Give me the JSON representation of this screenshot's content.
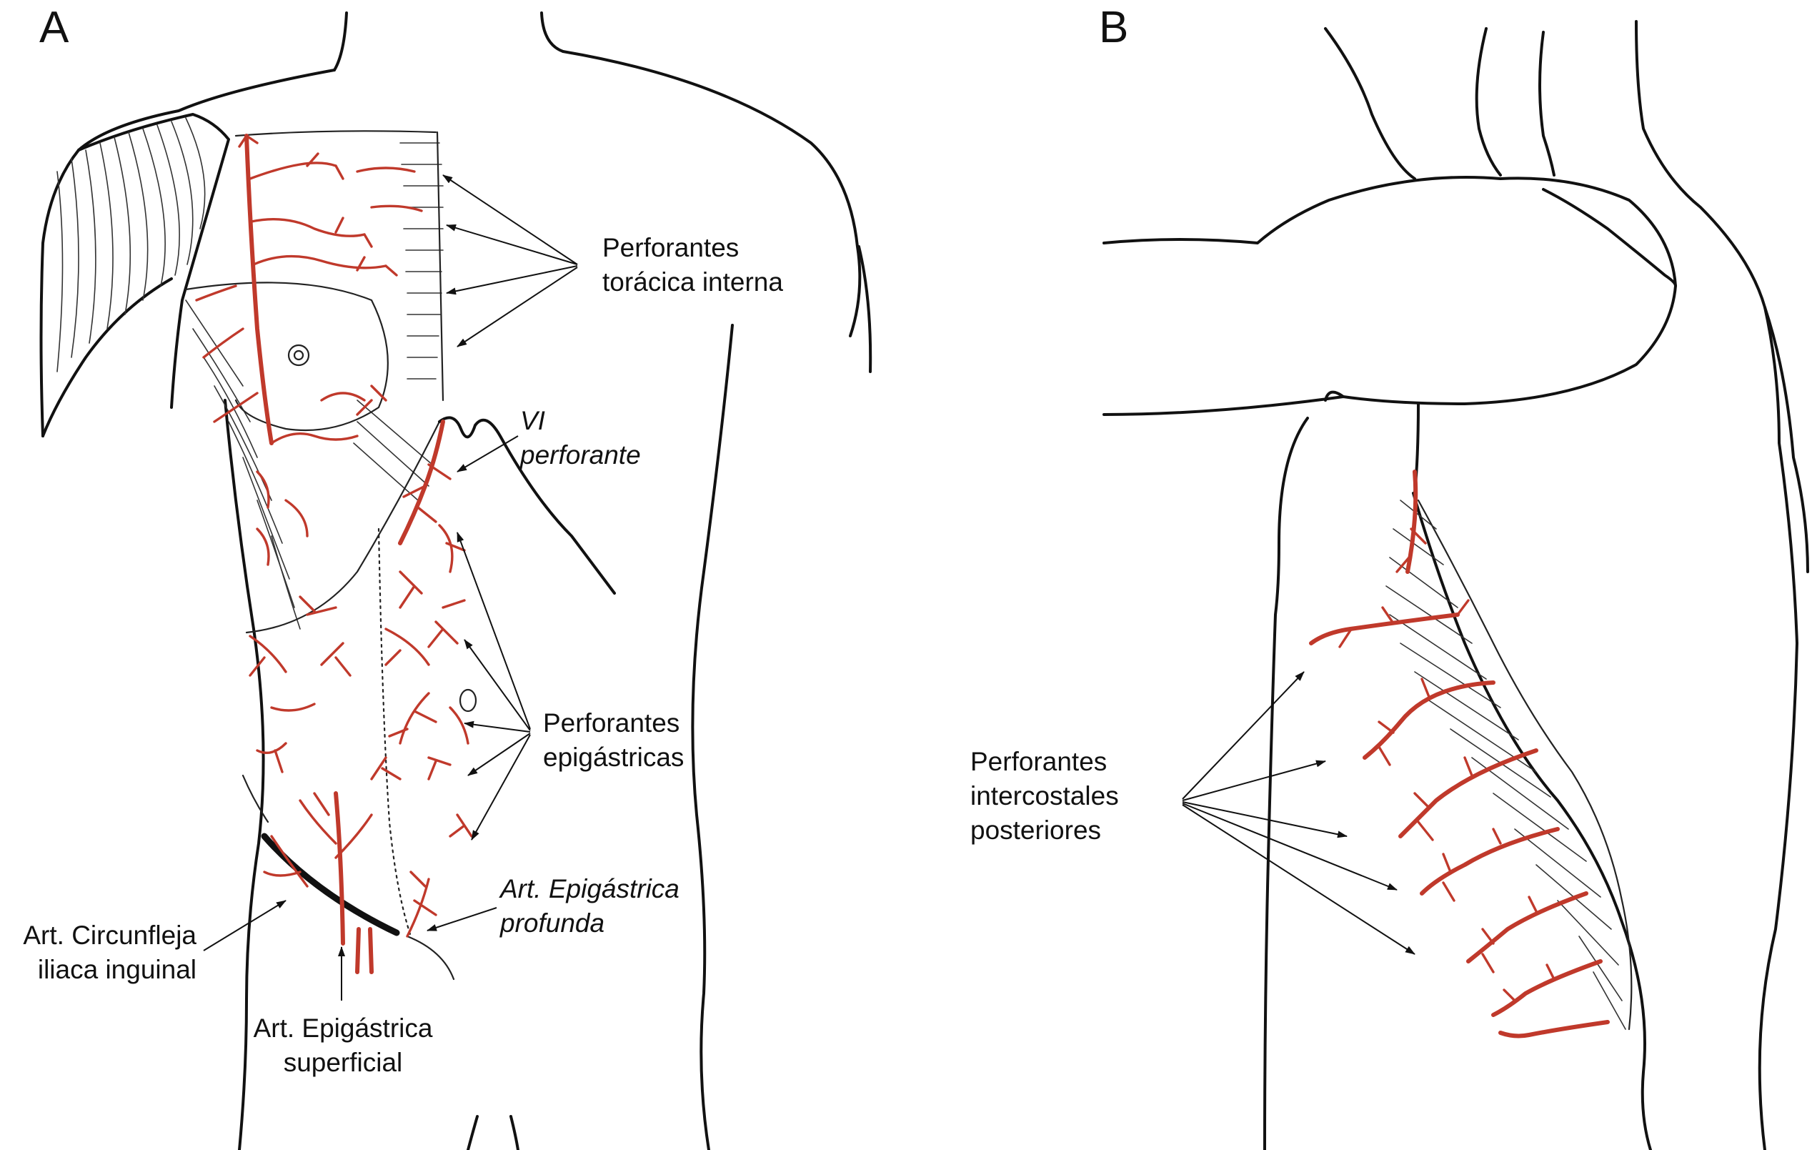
{
  "panels": {
    "a": {
      "letter": "A",
      "labels": {
        "toracica": [
          "Perforantes",
          "torácica interna"
        ],
        "vi": [
          "VI",
          "perforante"
        ],
        "epigastricas": [
          "Perforantes",
          "epigástricas"
        ],
        "profunda": [
          "Art. Epigástrica",
          "profunda"
        ],
        "circunfleja": [
          "Art. Circunfleja",
          "iliaca inguinal"
        ],
        "superficial": [
          "Art. Epigástrica",
          "superficial"
        ]
      }
    },
    "b": {
      "letter": "B",
      "labels": {
        "intercostales": [
          "Perforantes",
          "intercostales",
          "posteriores"
        ]
      }
    }
  },
  "colors": {
    "vessel": "#c0392b",
    "outline": "#111111"
  }
}
